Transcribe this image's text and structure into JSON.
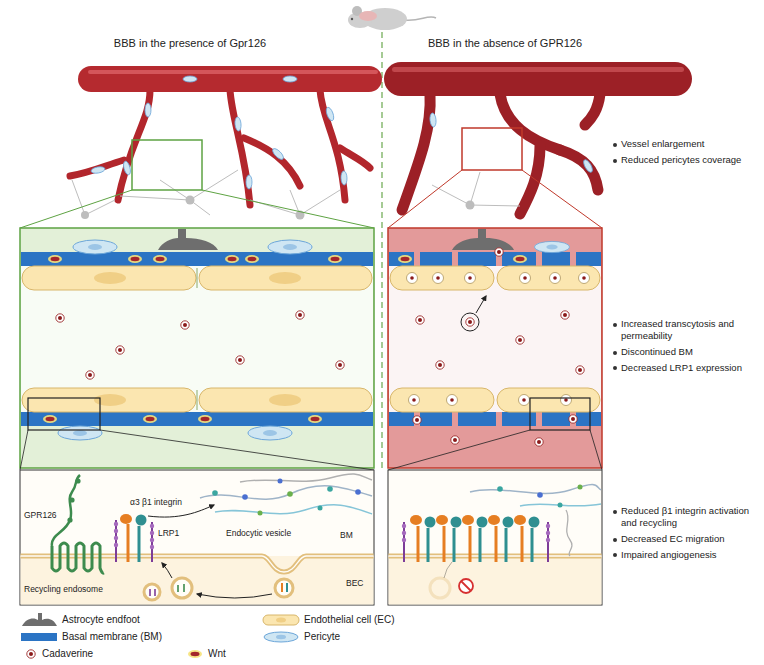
{
  "diagram": {
    "labels": [
      "BBB in the presence of Gpr126",
      "BBB in the absence of GPR126",
      "Vessel enlargement",
      "Reduced pericytes coverage",
      "Increased transcytosis and permeability",
      "Discontinued BM",
      "Decreased LRP1 expression",
      "Reduced β1 integrin activation and recycling",
      "Decreased EC migration",
      "Impaired angiogenesis",
      "GPR126",
      "α3 β1 integrin",
      "LRP1",
      "BM",
      "Recycling endosome",
      "Endocytic vesicle",
      "BEC"
    ],
    "legend": [
      {
        "text": "Astrocyte endfoot",
        "color": "#6e6e6e"
      },
      {
        "text": "Basal membrane (BM)",
        "color": "#2b74c4"
      },
      {
        "text": "Cadaverine"
      },
      {
        "text": "Wnt"
      },
      {
        "text": "Endothelial cell (EC)",
        "color": "#fbe6b0"
      },
      {
        "text": "Pericyte",
        "color": "#cfe6f3"
      }
    ]
  }
}
